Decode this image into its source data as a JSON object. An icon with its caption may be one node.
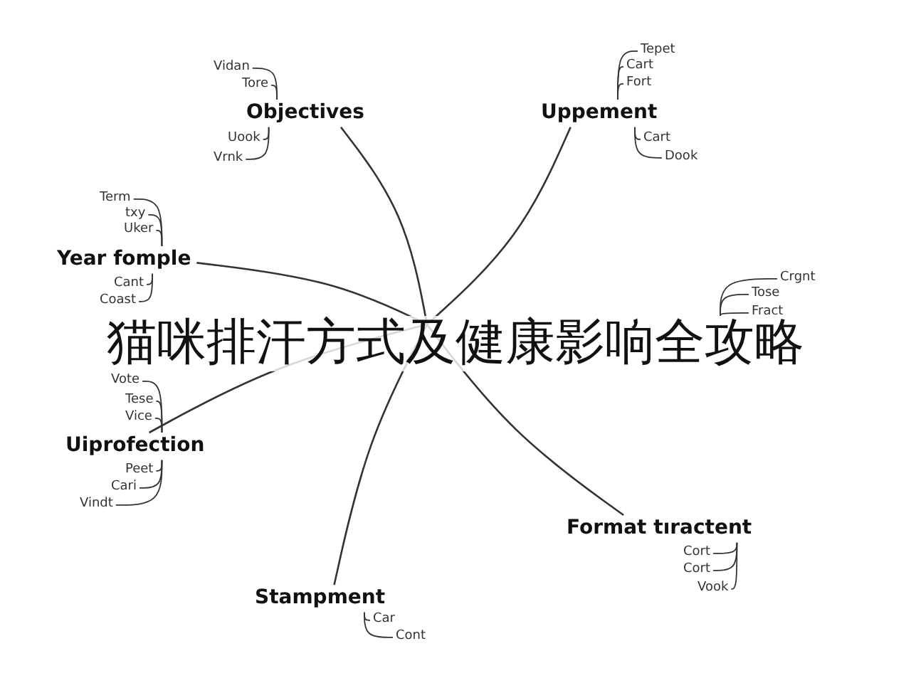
{
  "diagram": {
    "title": "猫咪排汗方式及健康影响全攻略",
    "nodes": [
      {
        "text": [
          "Objectives"
        ]
      },
      {
        "text": [
          "Vidan"
        ]
      },
      {
        "text": [
          "Tore"
        ]
      },
      {
        "text": [
          "Uook"
        ]
      },
      {
        "text": [
          "Vrnk"
        ]
      },
      {
        "text": [
          "Uppement"
        ]
      },
      {
        "text": [
          "Tepet"
        ]
      },
      {
        "text": [
          "Cart"
        ]
      },
      {
        "text": [
          "Fort"
        ]
      },
      {
        "text": [
          "Cart"
        ]
      },
      {
        "text": [
          "Dook"
        ]
      },
      {
        "text": [
          "Year fomple"
        ]
      },
      {
        "text": [
          "Term"
        ]
      },
      {
        "text": [
          "txy"
        ]
      },
      {
        "text": [
          "Uker"
        ]
      },
      {
        "text": [
          "Cant"
        ]
      },
      {
        "text": [
          "Coast"
        ]
      },
      {
        "text": [
          "Uiprofection"
        ]
      },
      {
        "text": [
          "Vote"
        ]
      },
      {
        "text": [
          "Tese"
        ]
      },
      {
        "text": [
          "Vice"
        ]
      },
      {
        "text": [
          "Peet"
        ]
      },
      {
        "text": [
          "Cari"
        ]
      },
      {
        "text": [
          "Vindt"
        ]
      },
      {
        "text": [
          "Format tıractent"
        ]
      },
      {
        "text": [
          "Cort"
        ]
      },
      {
        "text": [
          "Cort"
        ]
      },
      {
        "text": [
          "Vook"
        ]
      },
      {
        "text": [
          "Stampment"
        ]
      },
      {
        "text": [
          "Car"
        ]
      },
      {
        "text": [
          "Cont"
        ]
      },
      {
        "text": [
          "Crgnt"
        ]
      },
      {
        "text": [
          "Tose"
        ]
      },
      {
        "text": [
          "Fract"
        ]
      }
    ],
    "edges": [
      {
        "from": null,
        "to": 0,
        "arrow": "none"
      },
      {
        "from": null,
        "to": 5,
        "arrow": "none"
      },
      {
        "from": null,
        "to": 11,
        "arrow": "none"
      },
      {
        "from": null,
        "to": 17,
        "arrow": "none"
      },
      {
        "from": null,
        "to": 24,
        "arrow": "none"
      },
      {
        "from": null,
        "to": 28,
        "arrow": "none"
      },
      {
        "from": 1,
        "to": 0,
        "arrow": "none"
      },
      {
        "from": 2,
        "to": 0,
        "arrow": "none"
      },
      {
        "from": 3,
        "to": 0,
        "arrow": "none"
      },
      {
        "from": 4,
        "to": 0,
        "arrow": "none"
      },
      {
        "from": 6,
        "to": 5,
        "arrow": "none"
      },
      {
        "from": 7,
        "to": 5,
        "arrow": "none"
      },
      {
        "from": 8,
        "to": 5,
        "arrow": "none"
      },
      {
        "from": 9,
        "to": 5,
        "arrow": "none"
      },
      {
        "from": 10,
        "to": 5,
        "arrow": "none"
      },
      {
        "from": 12,
        "to": 11,
        "arrow": "none"
      },
      {
        "from": 13,
        "to": 11,
        "arrow": "none"
      },
      {
        "from": 14,
        "to": 11,
        "arrow": "none"
      },
      {
        "from": 15,
        "to": 11,
        "arrow": "none"
      },
      {
        "from": 16,
        "to": 11,
        "arrow": "none"
      },
      {
        "from": 18,
        "to": 17,
        "arrow": "none"
      },
      {
        "from": 19,
        "to": 17,
        "arrow": "none"
      },
      {
        "from": 20,
        "to": 17,
        "arrow": "none"
      },
      {
        "from": 21,
        "to": 17,
        "arrow": "none"
      },
      {
        "from": 22,
        "to": 17,
        "arrow": "none"
      },
      {
        "from": 23,
        "to": 17,
        "arrow": "none"
      },
      {
        "from": 25,
        "to": 24,
        "arrow": "none"
      },
      {
        "from": 26,
        "to": 24,
        "arrow": "none"
      },
      {
        "from": 27,
        "to": 24,
        "arrow": "none"
      },
      {
        "from": 29,
        "to": 28,
        "arrow": "none"
      },
      {
        "from": 30,
        "to": 28,
        "arrow": "none"
      },
      {
        "from": 31,
        "to": null,
        "arrow": "none"
      },
      {
        "from": 32,
        "to": null,
        "arrow": "none"
      },
      {
        "from": 33,
        "to": null,
        "arrow": "none"
      }
    ]
  }
}
